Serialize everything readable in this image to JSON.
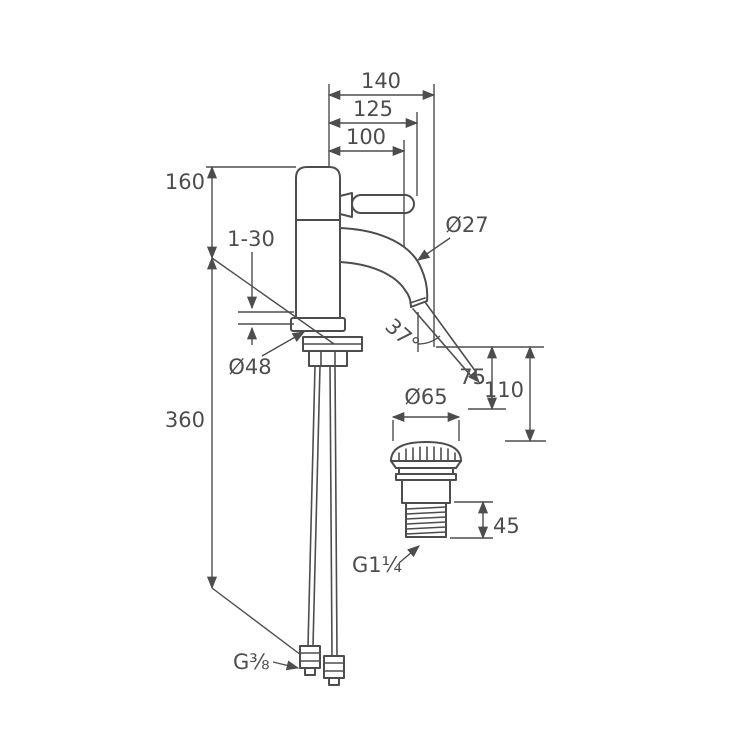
{
  "drawing": {
    "background": "#ffffff",
    "line_color": "#4d4d4d",
    "labels": {
      "width_overall": "140",
      "width_lever": "125",
      "width_spout": "100",
      "height_body": "160",
      "deck_thickness": "1-30",
      "diameter_spout": "Ø27",
      "stream_angle": "37°",
      "diameter_base": "Ø48",
      "height_outlet": "75",
      "height_spout": "110",
      "hose_length": "360",
      "diameter_drain_cap": "Ø65",
      "drain_height": "45",
      "drain_thread": "G1¼",
      "supply_thread": "G⅜"
    }
  }
}
